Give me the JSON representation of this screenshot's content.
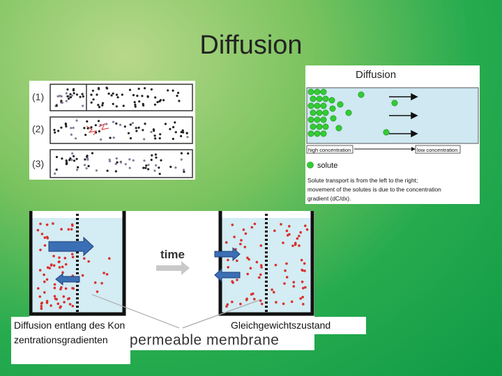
{
  "slide": {
    "title": "Diffusion"
  },
  "left_figure": {
    "row_labels": [
      "(1)",
      "(2)",
      "(3)"
    ]
  },
  "right_figure": {
    "title": "Diffusion",
    "high_label": "high concentration",
    "low_label": "low concentration",
    "legend_label": "solute",
    "description_lines": [
      "Solute transport is from the left to the right;",
      "movement of the solutes is due to the concentration",
      "gradient (dC/dx)."
    ]
  },
  "bottom_figure": {
    "time_label": "time",
    "membrane_label": "permeable membrane"
  },
  "captions": {
    "left": "Diffusion entlang des Konzentrationsgradienten",
    "right": "Gleichgewichtszustand"
  },
  "colors": {
    "particle_red": "#d9302c",
    "solute_green": "#33cc33",
    "water_blue": "#cfe8f2",
    "arrow_blue": "#3b6fb5"
  }
}
